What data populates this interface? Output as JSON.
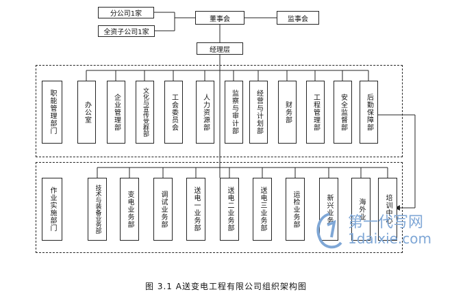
{
  "top": {
    "subsidiary1": "分公司1家",
    "subsidiary2": "全资子公司1家",
    "board": "董事会",
    "supervisors": "监事会",
    "manager": "经理层"
  },
  "group_a": {
    "label": "职能管理部门",
    "depts": [
      "办公室",
      "企业管理部",
      "文化与宣传党群部",
      "工会委员会",
      "人力资源部",
      "监察与审计部",
      "经营与计划部",
      "财务部",
      "工程管理部",
      "安全监督部",
      "后勤保障部"
    ]
  },
  "group_b": {
    "label": "作业实施部门",
    "depts": [
      "技术与装备业务部",
      "变电业务部",
      "调试业务部",
      "送电一业务部",
      "送电二业务部",
      "送电三业务部",
      "运检业务部",
      "新兴业务",
      "海外业",
      "培训中心"
    ]
  },
  "caption": "图 3.1   A送变电工程有限公司组织架构图",
  "watermark": {
    "line1": "第一代写网",
    "line2": "1daixie.com"
  }
}
